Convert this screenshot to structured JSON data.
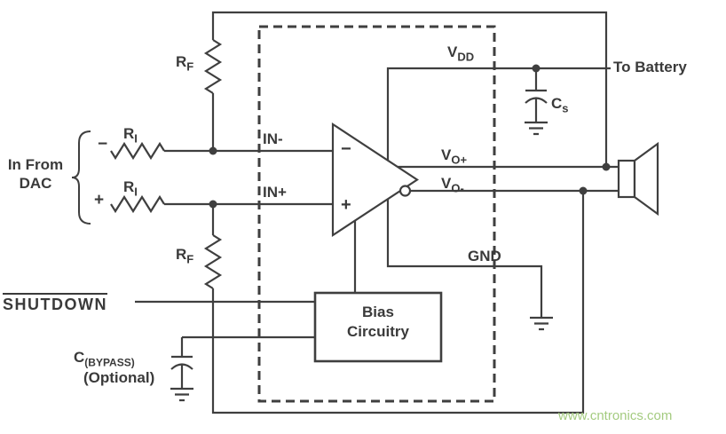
{
  "labels": {
    "rf_top": {
      "main": "R",
      "sub": "F"
    },
    "ri_top": {
      "main": "R",
      "sub": "I"
    },
    "ri_bottom": {
      "main": "R",
      "sub": "I"
    },
    "rf_bottom": {
      "main": "R",
      "sub": "F"
    },
    "in_from_dac_line1": "In From",
    "in_from_dac_line2": "DAC",
    "input_minus": "−",
    "input_plus": "+",
    "pin_in_minus": "IN-",
    "pin_in_plus": "IN+",
    "opamp_minus": "−",
    "opamp_plus": "+",
    "vdd": {
      "main": "V",
      "sub": "DD"
    },
    "to_battery": "To Battery",
    "cs": {
      "main": "C",
      "sub": "s"
    },
    "vo_plus": {
      "main": "V",
      "sub": "O+"
    },
    "vo_minus": {
      "main": "V",
      "sub": "O-"
    },
    "gnd": "GND",
    "bias_line1": "Bias",
    "bias_line2": "Circuitry",
    "shutdown": "SHUTDOWN",
    "c_bypass": {
      "main": "C",
      "sub": "(BYPASS)"
    },
    "optional": "(Optional)",
    "watermark": "www.cntronics.com"
  },
  "icons": {
    "speaker": "speaker-icon",
    "ground": "ground-icon",
    "capacitor": "capacitor-icon",
    "opamp": "opamp-triangle-icon",
    "resistor": "resistor-zigzag-icon"
  },
  "colors": {
    "line": "#3f3f3f",
    "text": "#3a3a3a",
    "watermark": "#a4cb80",
    "background": "#ffffff"
  }
}
